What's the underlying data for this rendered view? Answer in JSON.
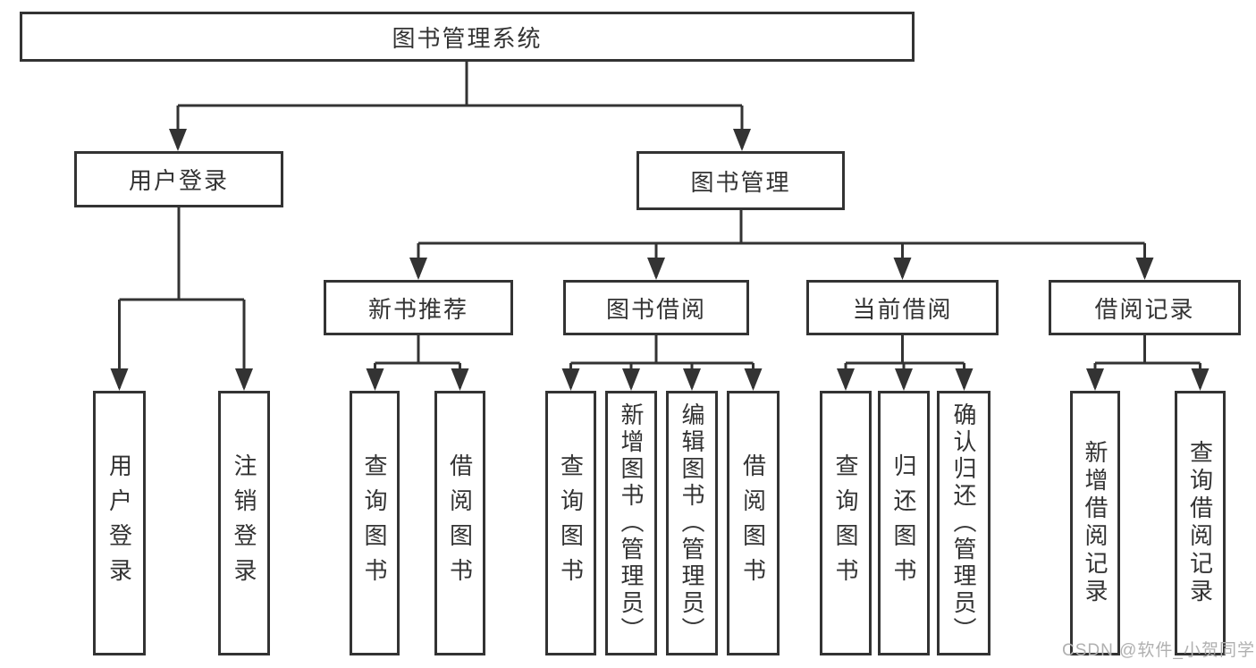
{
  "colors": {
    "line": "#333333",
    "box_border": "#333333",
    "box_fill": "#ffffff",
    "text": "#333333",
    "watermark": "#b0b0b0",
    "background": "#ffffff"
  },
  "tree": {
    "root": {
      "label": "图书管理系统",
      "children": [
        {
          "label": "用户登录",
          "children": [
            {
              "label": "用户登录"
            },
            {
              "label": "注销登录"
            }
          ]
        },
        {
          "label": "图书管理",
          "children": [
            {
              "label": "新书推荐",
              "children": [
                {
                  "label": "查询图书"
                },
                {
                  "label": "借阅图书"
                }
              ]
            },
            {
              "label": "图书借阅",
              "children": [
                {
                  "label": "查询图书"
                },
                {
                  "label": "新增图书（管理员）"
                },
                {
                  "label": "编辑图书（管理员）"
                },
                {
                  "label": "借阅图书"
                }
              ]
            },
            {
              "label": "当前借阅",
              "children": [
                {
                  "label": "查询图书"
                },
                {
                  "label": "归还图书"
                },
                {
                  "label": "确认归还（管理员）"
                }
              ]
            },
            {
              "label": "借阅记录",
              "children": [
                {
                  "label": "新增借阅记录"
                },
                {
                  "label": "查询借阅记录"
                }
              ]
            }
          ]
        }
      ]
    }
  },
  "watermark": {
    "text": "CSDN @软件_小贺同学"
  }
}
